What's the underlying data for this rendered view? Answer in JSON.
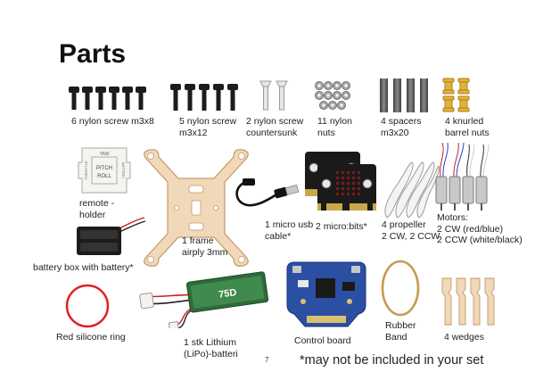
{
  "title": "Parts",
  "page_number": "7",
  "footnote": "*may not be included in your set",
  "parts": {
    "screws_m3x8": [
      "6 nylon screw m3x8"
    ],
    "screws_m3x12": [
      "5 nylon screw",
      "m3x12"
    ],
    "screws_countersunk": [
      "2 nylon screw",
      "countersunk"
    ],
    "nylon_nuts": [
      "11 nylon",
      "nuts"
    ],
    "spacers": [
      "4 spacers",
      "m3x20"
    ],
    "barrel_nuts": [
      "4 knurled",
      "barrel nuts"
    ],
    "remote_holder": [
      "remote -",
      "holder"
    ],
    "battery_box": [
      "battery box with battery*"
    ],
    "frame": [
      "1 frame",
      "airply 3mm"
    ],
    "usb_cable": [
      "1 micro usb",
      "cable*"
    ],
    "microbits": [
      "2 micro:bits*"
    ],
    "propellers": [
      "4 propeller",
      "2 CW, 2 CCW"
    ],
    "motors": [
      "Motors:",
      "2 CW (red/blue)",
      "2 CCW (white/black)"
    ],
    "silicone_ring": [
      "Red silicone ring"
    ],
    "lipo_battery": [
      "1 stk Lithium",
      "(LiPo)-batteri"
    ],
    "control_board": [
      "Control board"
    ],
    "rubber_band": [
      "Rubber",
      "Band"
    ],
    "wedges": [
      "4 wedges"
    ]
  },
  "remote_holder_print": [
    "PITCH",
    "ROLL",
    "YAW",
    "THROTTLE",
    "BATTERY"
  ],
  "battery_label": "75D",
  "colors": {
    "screw": "#1c1c1c",
    "nut": "#9a9a9a",
    "spacer": "#5a5a5a",
    "brass": "#e2b33a",
    "wood": "#f0d8b8",
    "wood_edge": "#c29a6a",
    "pcb_black": "#1a1a1a",
    "pcb_blue": "#2b4fa3",
    "battery_green": "#2f6b3a",
    "ring_red": "#e02020",
    "rubber_band": "#c89a52"
  },
  "icons": [
    "screw-icon",
    "nut-icon",
    "spacer-icon",
    "barrel-nut-icon",
    "remote-holder-icon",
    "battery-box-icon",
    "frame-icon",
    "usb-cable-icon",
    "microbit-icon",
    "propeller-icon",
    "motor-icon",
    "ring-icon",
    "lipo-battery-icon",
    "control-board-icon",
    "rubber-band-icon",
    "wedge-icon"
  ]
}
